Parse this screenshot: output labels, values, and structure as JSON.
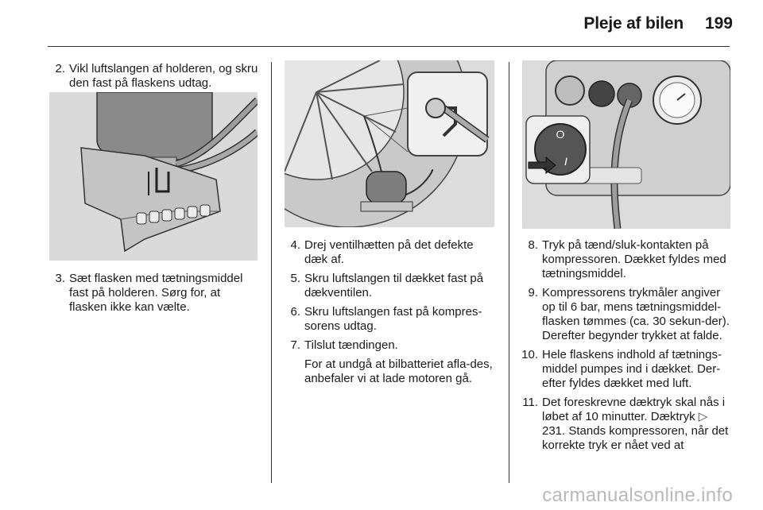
{
  "header": {
    "title": "Pleje af bilen",
    "page_number": "199"
  },
  "column1": {
    "steps": [
      {
        "number": "2.",
        "text": "Vikl luftslangen af holderen, og skru den fast på flaskens udtag."
      },
      {
        "number": "3.",
        "text": "Sæt flasken med tætningsmiddel fast på holderen. Sørg for, at flasken ikke kan vælte."
      }
    ]
  },
  "column2": {
    "steps": [
      {
        "number": "4.",
        "text": "Drej ventilhætten på det defekte dæk af."
      },
      {
        "number": "5.",
        "text": "Skru luftslangen til dækket fast på dækventilen."
      },
      {
        "number": "6.",
        "text": "Skru luftslangen fast på kompres-sorens udtag."
      },
      {
        "number": "7.",
        "text": "Tilslut tændingen.",
        "note": "For at undgå at bilbatteriet afla-des, anbefaler vi at lade motoren gå."
      }
    ]
  },
  "column3": {
    "switch_labels": {
      "off": "O",
      "on": "I"
    },
    "steps": [
      {
        "number": "8.",
        "text": "Tryk på tænd/sluk-kontakten på kompressoren. Dækket fyldes med tætningsmiddel."
      },
      {
        "number": "9.",
        "text": "Kompressorens trykmåler angiver op til 6 bar, mens tætningsmiddel-flasken tømmes (ca. 30 sekun-der). Derefter begynder trykket at falde."
      },
      {
        "number": "10.",
        "text": "Hele flaskens indhold af tætnings-middel pumpes ind i dækket. Der-efter fyldes dækket med luft."
      },
      {
        "number": "11.",
        "text_before_ref": "Det foreskrevne dæktryk skal nås i løbet af 10 minutter. Dæktryk",
        "ref_icon": "page-reference-icon",
        "ref_page": "231",
        "text_after_ref": ". Stands kompressoren, når det korrekte tryk er nået ved at"
      }
    ]
  },
  "watermark": "carmanualsonline.info"
}
